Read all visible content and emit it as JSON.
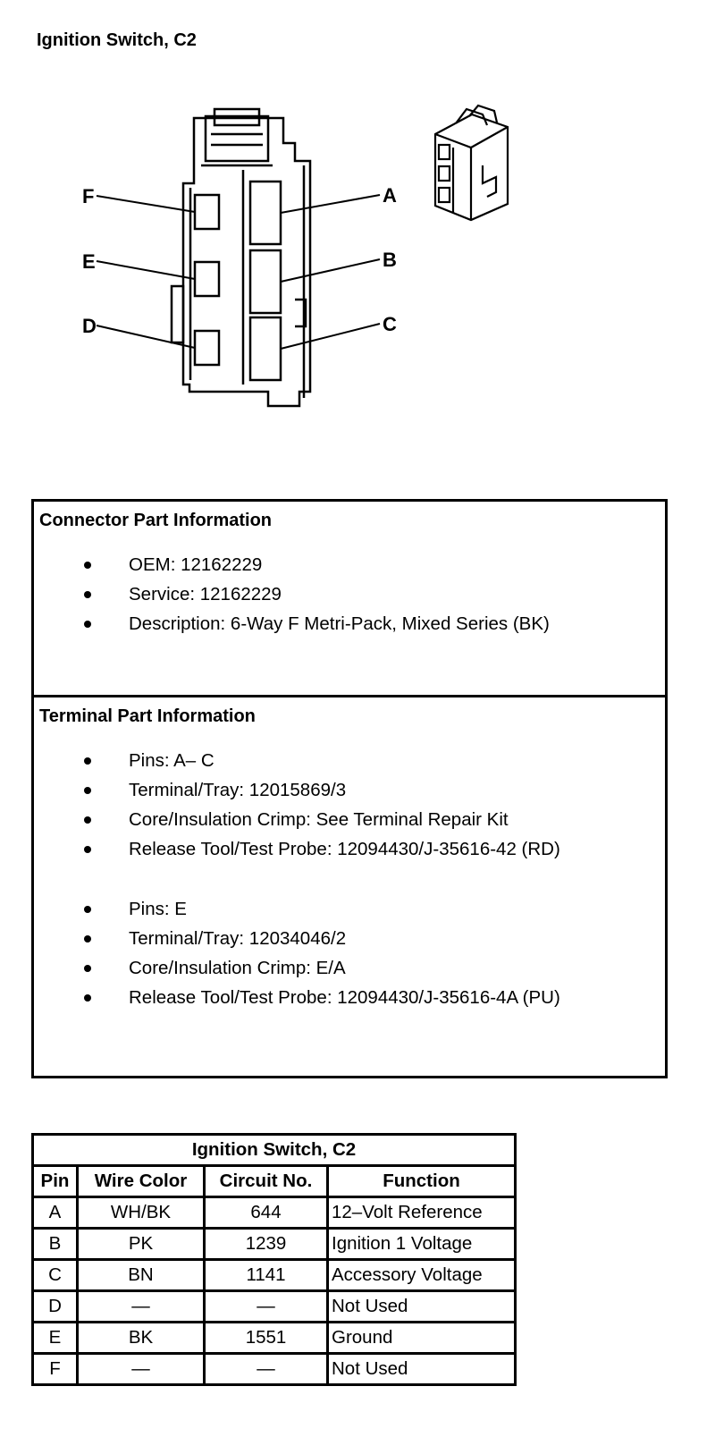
{
  "page_title": "Ignition Switch, C2",
  "diagram": {
    "pin_labels": [
      "A",
      "B",
      "C",
      "D",
      "E",
      "F"
    ]
  },
  "connector_info": {
    "heading": "Connector Part Information",
    "items": [
      "OEM: 12162229",
      "Service: 12162229",
      "Description: 6-Way F Metri-Pack, Mixed Series (BK)"
    ]
  },
  "terminal_info": {
    "heading": "Terminal Part Information",
    "group1": [
      "Pins: A– C",
      "Terminal/Tray: 12015869/3",
      "Core/Insulation Crimp: See Terminal Repair Kit",
      "Release Tool/Test Probe: 12094430/J-35616-42 (RD)"
    ],
    "group2": [
      "Pins: E",
      "Terminal/Tray: 12034046/2",
      "Core/Insulation Crimp: E/A",
      "Release Tool/Test Probe: 12094430/J-35616-4A (PU)"
    ]
  },
  "pin_table": {
    "title": "Ignition Switch, C2",
    "headers": [
      "Pin",
      "Wire Color",
      "Circuit No.",
      "Function"
    ],
    "rows": [
      [
        "A",
        "WH/BK",
        "644",
        "12–Volt Reference"
      ],
      [
        "B",
        "PK",
        "1239",
        "Ignition 1 Voltage"
      ],
      [
        "C",
        "BN",
        "1141",
        "Accessory Voltage"
      ],
      [
        "D",
        "—",
        "—",
        "Not Used"
      ],
      [
        "E",
        "BK",
        "1551",
        "Ground"
      ],
      [
        "F",
        "—",
        "—",
        "Not Used"
      ]
    ]
  }
}
